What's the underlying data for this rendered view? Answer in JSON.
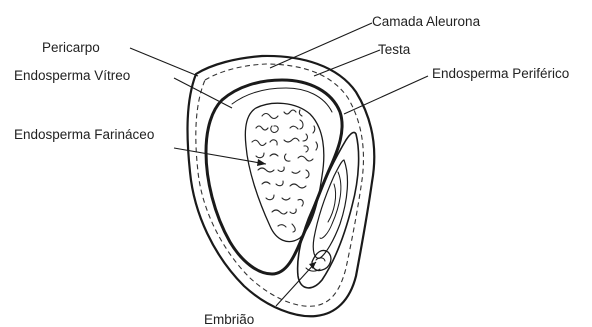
{
  "labels": {
    "camada_aleurona": "Camada Aleurona",
    "pericarpo": "Pericarpo",
    "testa": "Testa",
    "endosperma_vitreo": "Endosperma Vítreo",
    "endosperma_periferico": "Endosperma Periférico",
    "endosperma_farinaceo": "Endosperma Farináceo",
    "embriao": "Embrião"
  }
}
